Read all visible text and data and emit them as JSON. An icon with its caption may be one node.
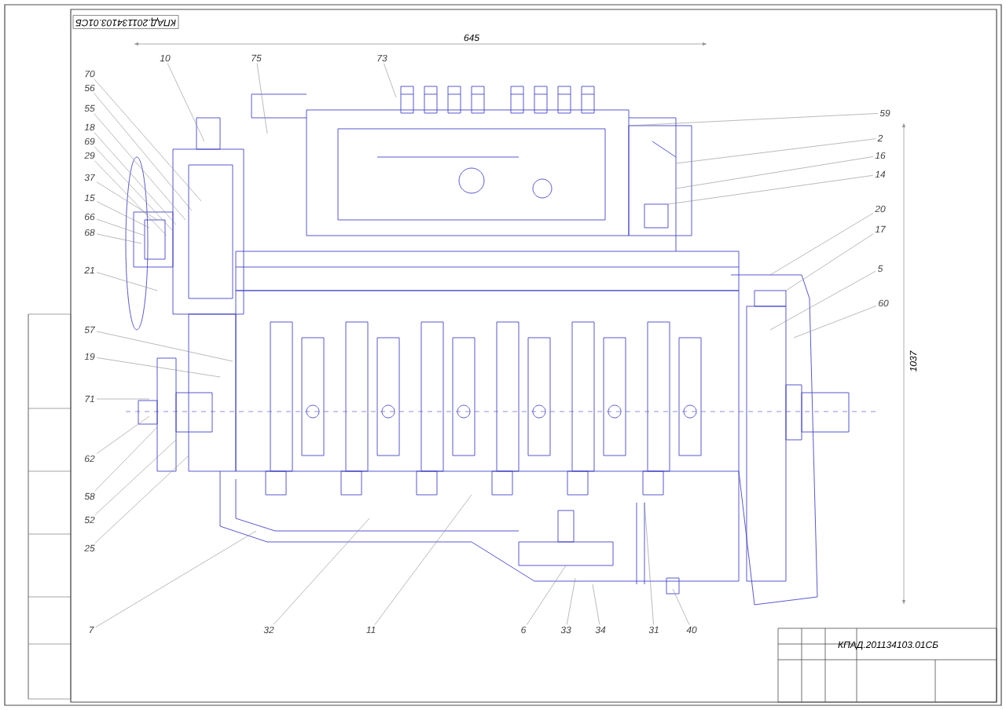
{
  "diagram": {
    "nodes": [
      {
        "text": [
          "70"
        ]
      },
      {
        "text": [
          "56"
        ]
      },
      {
        "text": [
          "55"
        ]
      },
      {
        "text": [
          "18"
        ]
      },
      {
        "text": [
          "69"
        ]
      },
      {
        "text": [
          "29"
        ]
      },
      {
        "text": [
          "37"
        ]
      },
      {
        "text": [
          "15"
        ]
      },
      {
        "text": [
          "66"
        ]
      },
      {
        "text": [
          "68"
        ]
      },
      {
        "text": [
          "21"
        ]
      },
      {
        "text": [
          "57"
        ]
      },
      {
        "text": [
          "19"
        ]
      },
      {
        "text": [
          "71"
        ]
      },
      {
        "text": [
          "62"
        ]
      },
      {
        "text": [
          "58"
        ]
      },
      {
        "text": [
          "52"
        ]
      },
      {
        "text": [
          "25"
        ]
      },
      {
        "text": [
          "7"
        ]
      },
      {
        "text": [
          "32"
        ]
      },
      {
        "text": [
          "11"
        ]
      },
      {
        "text": [
          "6"
        ]
      },
      {
        "text": [
          "33"
        ]
      },
      {
        "text": [
          "34"
        ]
      },
      {
        "text": [
          "31"
        ]
      },
      {
        "text": [
          "40"
        ]
      },
      {
        "text": [
          "10"
        ]
      },
      {
        "text": [
          "75"
        ]
      },
      {
        "text": [
          "73"
        ]
      },
      {
        "text": [
          "59"
        ]
      },
      {
        "text": [
          "2"
        ]
      },
      {
        "text": [
          "16"
        ]
      },
      {
        "text": [
          "14"
        ]
      },
      {
        "text": [
          "20"
        ]
      },
      {
        "text": [
          "17"
        ]
      },
      {
        "text": [
          "5"
        ]
      },
      {
        "text": [
          "60"
        ]
      }
    ],
    "edges": [
      {
        "from": 0,
        "to": null,
        "arrow": "none"
      },
      {
        "from": 1,
        "to": null,
        "arrow": "none"
      },
      {
        "from": 2,
        "to": null,
        "arrow": "none"
      },
      {
        "from": 3,
        "to": null,
        "arrow": "none"
      },
      {
        "from": 4,
        "to": null,
        "arrow": "none"
      },
      {
        "from": 5,
        "to": null,
        "arrow": "none"
      },
      {
        "from": 6,
        "to": null,
        "arrow": "none"
      },
      {
        "from": 7,
        "to": null,
        "arrow": "none"
      },
      {
        "from": 8,
        "to": null,
        "arrow": "none"
      },
      {
        "from": 9,
        "to": null,
        "arrow": "none"
      },
      {
        "from": 10,
        "to": null,
        "arrow": "none"
      },
      {
        "from": 11,
        "to": null,
        "arrow": "none"
      },
      {
        "from": 12,
        "to": null,
        "arrow": "none"
      },
      {
        "from": 13,
        "to": null,
        "arrow": "none"
      },
      {
        "from": 14,
        "to": null,
        "arrow": "none"
      },
      {
        "from": 15,
        "to": null,
        "arrow": "none"
      },
      {
        "from": 16,
        "to": null,
        "arrow": "none"
      },
      {
        "from": 17,
        "to": null,
        "arrow": "none"
      },
      {
        "from": 18,
        "to": null,
        "arrow": "none"
      },
      {
        "from": 19,
        "to": null,
        "arrow": "none"
      },
      {
        "from": 20,
        "to": null,
        "arrow": "none"
      },
      {
        "from": 21,
        "to": null,
        "arrow": "none"
      },
      {
        "from": 22,
        "to": null,
        "arrow": "none"
      },
      {
        "from": 23,
        "to": null,
        "arrow": "none"
      },
      {
        "from": 24,
        "to": null,
        "arrow": "none"
      },
      {
        "from": 25,
        "to": null,
        "arrow": "none"
      },
      {
        "from": 26,
        "to": null,
        "arrow": "none"
      },
      {
        "from": 27,
        "to": null,
        "arrow": "none"
      },
      {
        "from": 28,
        "to": null,
        "arrow": "none"
      },
      {
        "from": 29,
        "to": null,
        "arrow": "none"
      },
      {
        "from": 30,
        "to": null,
        "arrow": "none"
      },
      {
        "from": 31,
        "to": null,
        "arrow": "none"
      },
      {
        "from": 32,
        "to": null,
        "arrow": "none"
      },
      {
        "from": 33,
        "to": null,
        "arrow": "none"
      },
      {
        "from": 34,
        "to": null,
        "arrow": "none"
      },
      {
        "from": 35,
        "to": null,
        "arrow": "none"
      },
      {
        "from": 36,
        "to": null,
        "arrow": "none"
      }
    ],
    "labels": [
      "КПАД.201134103.01СБ",
      "645",
      "1037",
      "КПАД.201134103.01СБ"
    ]
  }
}
